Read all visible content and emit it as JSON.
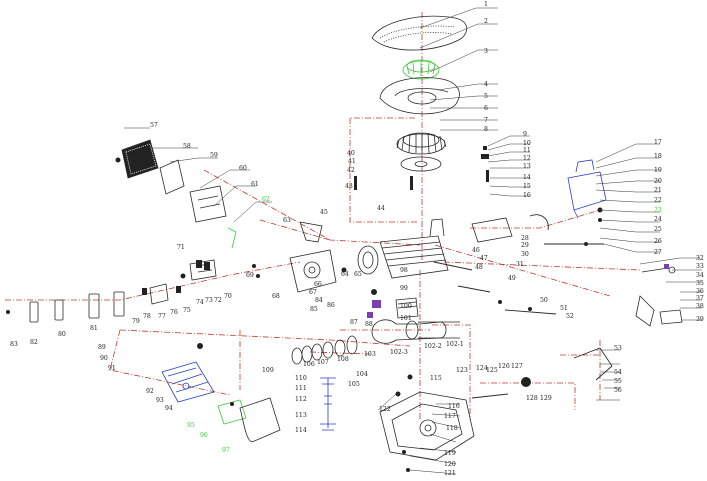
{
  "colors": {
    "ink": "#2a2a2a",
    "leader": "#333333",
    "centerline": "#c0392b",
    "highlight_green": "#3cc83c",
    "highlight_blue": "#2a3fc8",
    "highlight_purple": "#7a3fb0"
  },
  "callouts": {
    "c1": "1",
    "c2": "2",
    "c3": "3",
    "c4": "4",
    "c5": "5",
    "c6": "6",
    "c7": "7",
    "c8": "8",
    "c9": "9",
    "c10": "10",
    "c11": "11",
    "c12": "12",
    "c13": "13",
    "c14": "14",
    "c15": "15",
    "c16": "16",
    "c17": "17",
    "c18": "18",
    "c19": "19",
    "c20": "20",
    "c21": "21",
    "c22": "22",
    "c23": "23",
    "c24": "24",
    "c25": "25",
    "c26": "26",
    "c27": "27",
    "c28": "28",
    "c29": "29",
    "c30": "30",
    "c31": "31",
    "c32": "32",
    "c33": "33",
    "c34": "34",
    "c35": "35",
    "c36": "36",
    "c37": "37",
    "c38": "38",
    "c39": "39",
    "c40": "40",
    "c41": "41",
    "c42": "42",
    "c43": "43",
    "c44": "44",
    "c45": "45",
    "c46": "46",
    "c47": "47",
    "c48": "48",
    "c49": "49",
    "c50": "50",
    "c51": "51",
    "c52": "52",
    "c53": "53",
    "c54": "54",
    "c55": "55",
    "c56": "56",
    "c57": "57",
    "c58": "58",
    "c59": "59",
    "c60": "60",
    "c61": "61",
    "c62": "62",
    "c63": "63",
    "c64": "64",
    "c65": "65",
    "c66": "66",
    "c67": "67",
    "c68": "68",
    "c69": "69",
    "c70": "70",
    "c71": "71",
    "c72": "72",
    "c73": "73",
    "c74": "74",
    "c75": "75",
    "c76": "76",
    "c77": "77",
    "c78": "78",
    "c79": "79",
    "c80": "80",
    "c81": "81",
    "c82": "82",
    "c83": "83",
    "c84": "84",
    "c85": "85",
    "c86": "86",
    "c87": "87",
    "c88": "88",
    "c89": "89",
    "c90": "90",
    "c91": "91",
    "c92": "92",
    "c93": "93",
    "c94": "94",
    "c95": "95",
    "c96": "96",
    "c97": "97",
    "c98": "98",
    "c99": "99",
    "c100": "100",
    "c101": "101",
    "c102_1": "102-1",
    "c102_2": "102-2",
    "c102_3": "102-3",
    "c103": "103",
    "c104": "104",
    "c105": "105",
    "c106": "106",
    "c107": "107",
    "c108": "108",
    "c109": "109",
    "c110": "110",
    "c111": "111",
    "c112": "112",
    "c113": "113",
    "c114": "114",
    "c115": "115",
    "c116": "116",
    "c117": "117",
    "c118": "118",
    "c119": "119",
    "c120": "120",
    "c121": "121",
    "c122": "122",
    "c123": "123",
    "c124": "124",
    "c125": "125",
    "c126": "126",
    "c127": "127",
    "c128": "128",
    "c129": "129"
  }
}
